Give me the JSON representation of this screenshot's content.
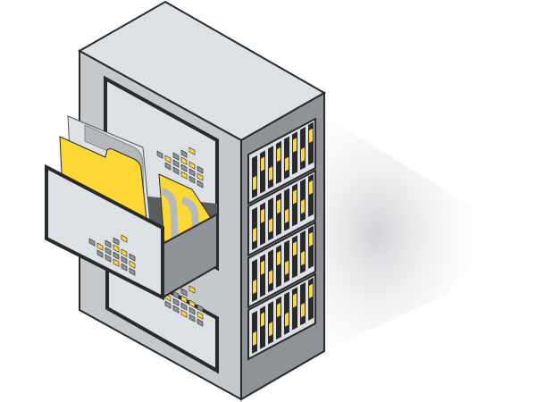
{
  "illustration": {
    "subject": "filing-cabinet-server",
    "colors": {
      "outline": "#2a2a2a",
      "face_light": "#dde1e5",
      "face_mid": "#c5c9cc",
      "face_dark": "#8f9297",
      "accent_yellow": "#fdd835",
      "shadow": "#d8d8dc"
    },
    "drawers": {
      "count": 2,
      "open": 1
    },
    "side_vent_panels": 4
  }
}
